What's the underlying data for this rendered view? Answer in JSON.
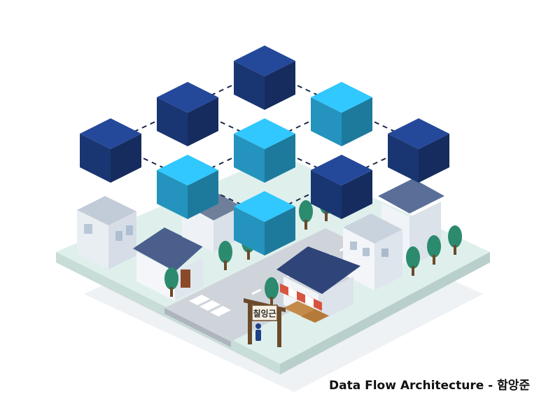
{
  "caption": "Data Flow Architecture - 함앙준",
  "sign_label": "칠잉근",
  "colors": {
    "cube_dark": "#1f3f86",
    "cube_light": "#2aaee0",
    "link": "#1a2a4a",
    "ground": "#e6f3f1",
    "road": "#c9ced6",
    "tree": "#2c8a6e",
    "roof": "#4a5f8c",
    "wall": "#f2f4f7"
  },
  "cubes": [
    {
      "id": "top",
      "tone": "dark"
    },
    {
      "id": "upper-left",
      "tone": "dark"
    },
    {
      "id": "upper-right",
      "tone": "light"
    },
    {
      "id": "left",
      "tone": "dark"
    },
    {
      "id": "center",
      "tone": "light"
    },
    {
      "id": "right",
      "tone": "dark"
    },
    {
      "id": "lower-left",
      "tone": "light"
    },
    {
      "id": "lower-right",
      "tone": "dark"
    },
    {
      "id": "bottom",
      "tone": "light"
    }
  ],
  "links": [
    [
      "top",
      "upper-left"
    ],
    [
      "top",
      "upper-right"
    ],
    [
      "upper-left",
      "left"
    ],
    [
      "upper-left",
      "center"
    ],
    [
      "upper-right",
      "center"
    ],
    [
      "upper-right",
      "right"
    ],
    [
      "left",
      "lower-left"
    ],
    [
      "center",
      "lower-left"
    ],
    [
      "center",
      "lower-right"
    ],
    [
      "right",
      "lower-right"
    ],
    [
      "lower-left",
      "bottom"
    ],
    [
      "lower-right",
      "bottom"
    ]
  ]
}
